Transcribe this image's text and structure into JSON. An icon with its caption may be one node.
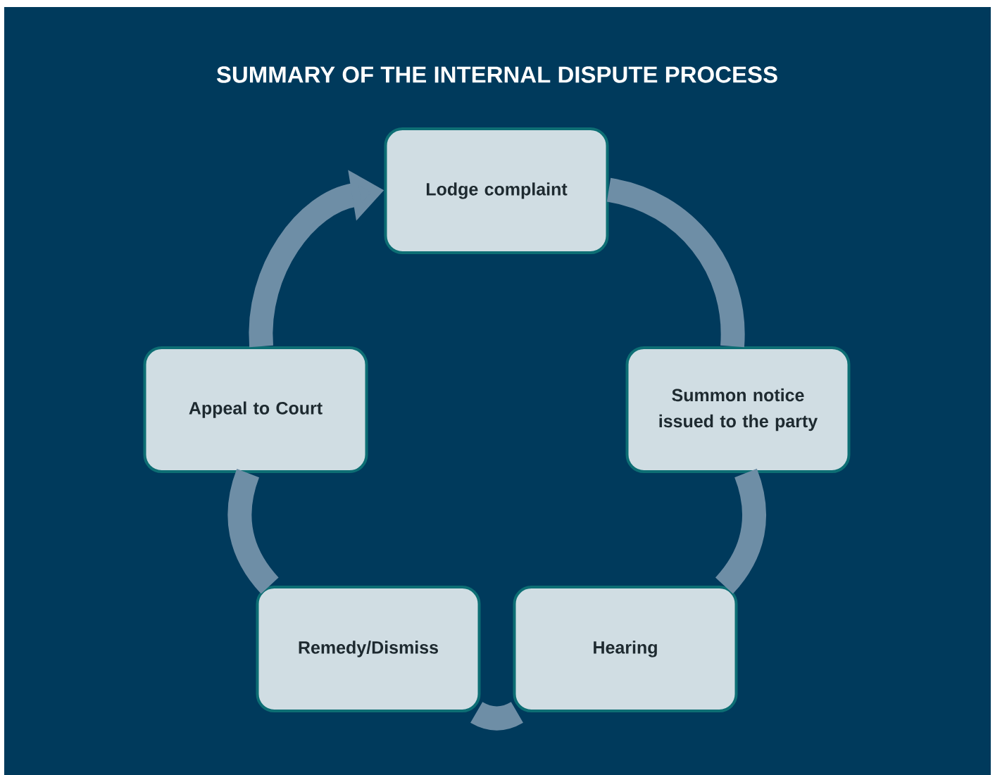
{
  "diagram": {
    "title": "SUMMARY OF THE INTERNAL DISPUTE PROCESS",
    "nodes": [
      {
        "text": [
          "Lodge complaint"
        ]
      },
      {
        "text": [
          "Summon notice issued to the party"
        ]
      },
      {
        "text": [
          "Appeal to Court"
        ]
      },
      {
        "text": [
          "Remedy/Dismiss"
        ]
      },
      {
        "text": [
          "Hearing"
        ]
      }
    ],
    "edges": [
      {
        "from": 0,
        "to": 1,
        "arrow": "none"
      },
      {
        "from": 1,
        "to": 4,
        "arrow": "none"
      },
      {
        "from": 4,
        "to": 3,
        "arrow": "none"
      },
      {
        "from": 3,
        "to": 2,
        "arrow": "none"
      },
      {
        "from": 2,
        "to": 0,
        "arrow": "to"
      }
    ]
  }
}
